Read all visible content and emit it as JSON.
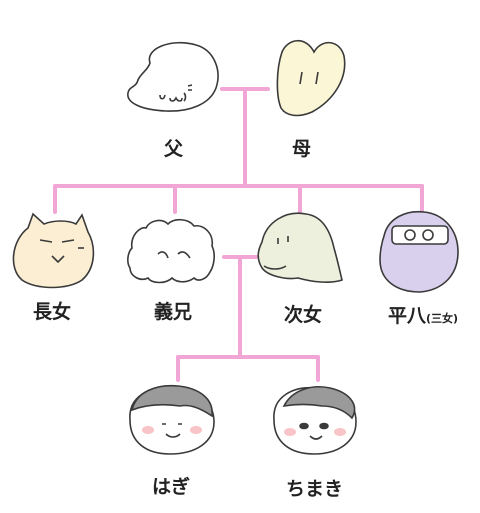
{
  "colors": {
    "line": "#f2a6d6",
    "outline": "#3a3a3a",
    "mother": "#fbf6d6",
    "eldest_daughter": "#fbeed2",
    "second_daughter": "#eef0de",
    "hachi": "#d9d0ee",
    "cheek": "#f9c4c8",
    "hair": "#9a9a9a"
  },
  "members": {
    "father": "父",
    "mother": "母",
    "eldest_daughter": "長女",
    "brother_in_law": "義兄",
    "second_daughter": "次女",
    "hachi": "平八",
    "hachi_note": "(三女)",
    "hagi": "はぎ",
    "chimaki": "ちまき"
  },
  "icons": [
    "father-blob-icon",
    "mother-heart-icon",
    "eldest-daughter-cat-icon",
    "brother-in-law-fluffy-icon",
    "second-daughter-dino-icon",
    "hachi-glasses-icon",
    "hagi-baby-icon",
    "chimaki-baby-icon"
  ]
}
